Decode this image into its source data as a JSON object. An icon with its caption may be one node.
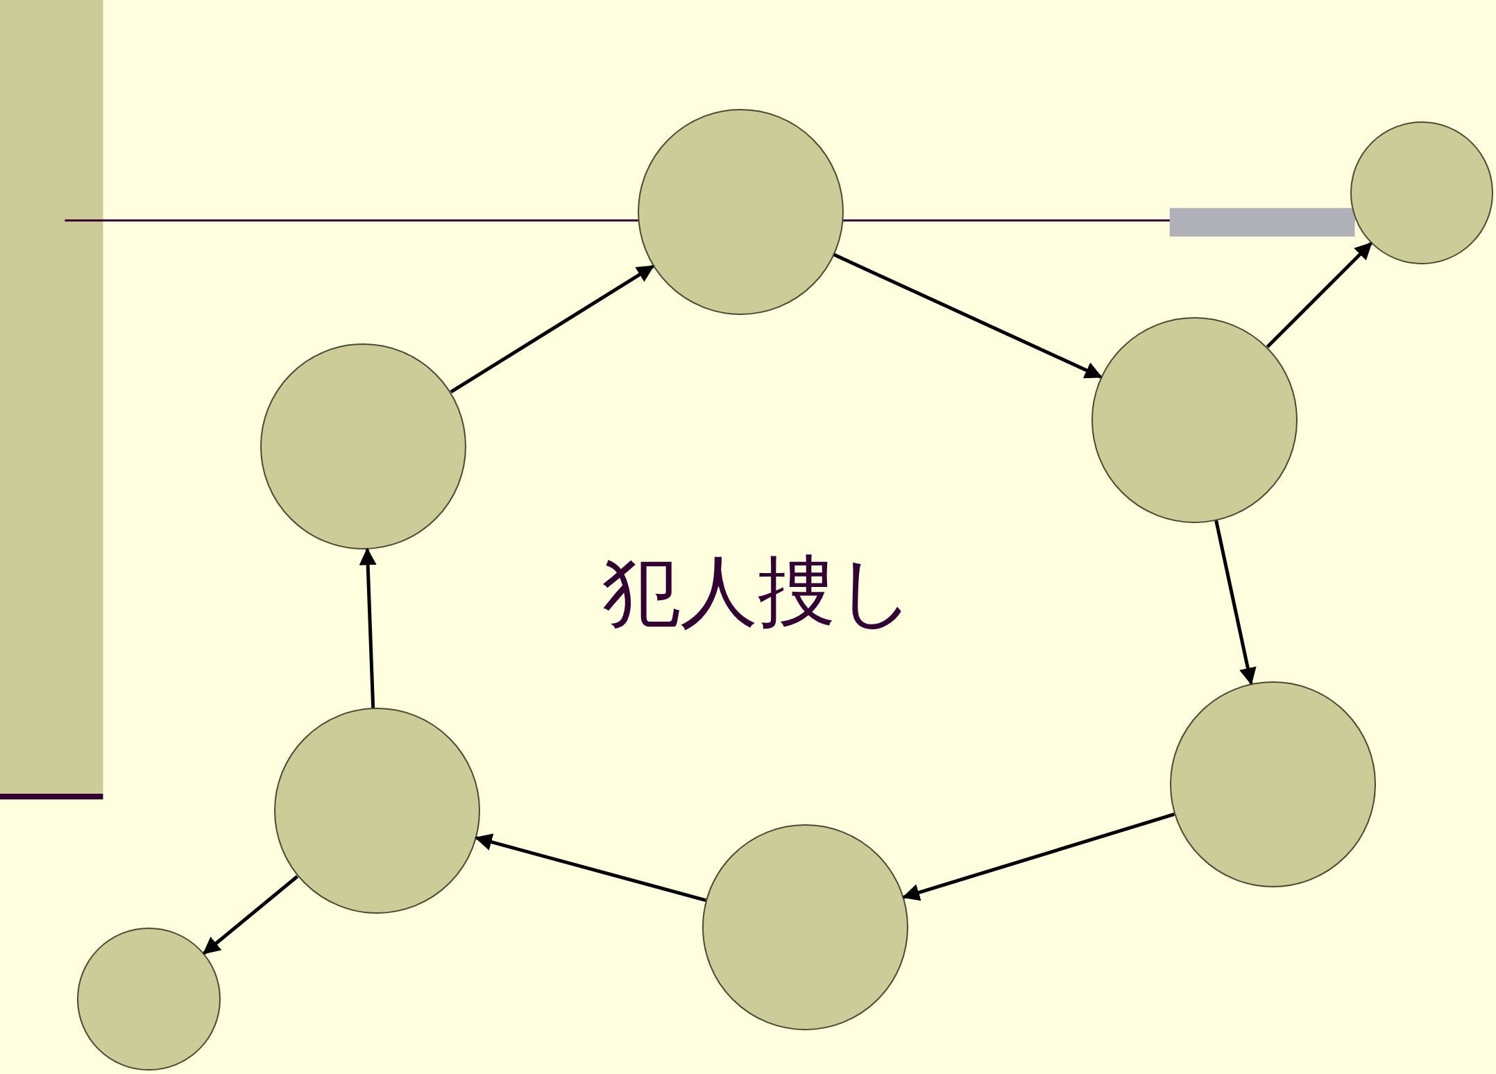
{
  "diagram": {
    "nodes": [
      {
        "text": [],
        "shape": "circle"
      },
      {
        "text": [],
        "shape": "circle"
      },
      {
        "text": [],
        "shape": "circle"
      },
      {
        "text": [],
        "shape": "circle"
      },
      {
        "text": [],
        "shape": "circle"
      },
      {
        "text": [],
        "shape": "circle"
      },
      {
        "text": [],
        "shape": "circle"
      },
      {
        "text": [],
        "shape": "circle"
      }
    ],
    "edges": [
      {
        "from": 3,
        "to": 1,
        "arrow": "to"
      },
      {
        "from": 1,
        "to": 2,
        "arrow": "to"
      },
      {
        "from": 2,
        "to": 0,
        "arrow": "to"
      },
      {
        "from": 2,
        "to": 4,
        "arrow": "to"
      },
      {
        "from": 4,
        "to": 6,
        "arrow": "to"
      },
      {
        "from": 6,
        "to": 5,
        "arrow": "to"
      },
      {
        "from": 5,
        "to": 3,
        "arrow": "to"
      },
      {
        "from": 5,
        "to": 7,
        "arrow": "to"
      }
    ],
    "labels": [
      "犯人捜し"
    ]
  }
}
